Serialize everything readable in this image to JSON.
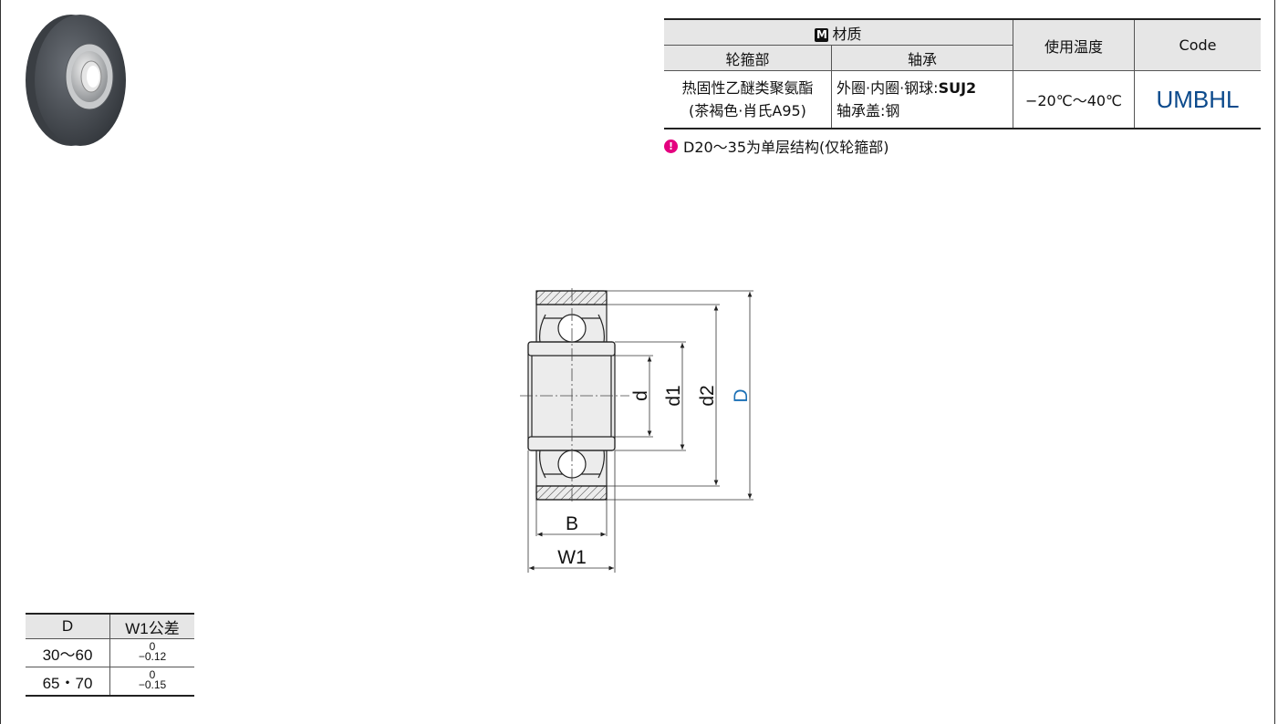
{
  "spec_table": {
    "material_badge": "M",
    "material_header": "材质",
    "wheel_header": "轮箍部",
    "bearing_header": "轴承",
    "temp_header": "使用温度",
    "code_header": "Code",
    "wheel_material_line1": "热固性乙醚类聚氨酯",
    "wheel_material_line2": "(茶褐色·肖氏A95)",
    "bearing_material_line1_prefix": "外圈·内圈·钢球:",
    "bearing_material_line1_bold": "SUJ2",
    "bearing_material_line2": "轴承盖:钢",
    "temperature": "−20℃～40℃",
    "code": "UMBHL"
  },
  "note": {
    "icon": "exclamation-pin-icon",
    "text": "D20～35为单层结构(仅轮箍部)"
  },
  "drawing": {
    "labels": {
      "d": "d",
      "d1": "d1",
      "d2": "d2",
      "D": "D",
      "B": "B",
      "W1": "W1"
    }
  },
  "tolerance_table": {
    "headers": [
      "D",
      "W1公差"
    ],
    "rows": [
      {
        "d": "30～60",
        "upper": "0",
        "lower": "−0.12"
      },
      {
        "d": "65・70",
        "upper": "0",
        "lower": "−0.15"
      }
    ]
  },
  "colors": {
    "code": "#0b4a8c",
    "D_label": "#1a6fb5",
    "note_pin": "#e4007f"
  }
}
